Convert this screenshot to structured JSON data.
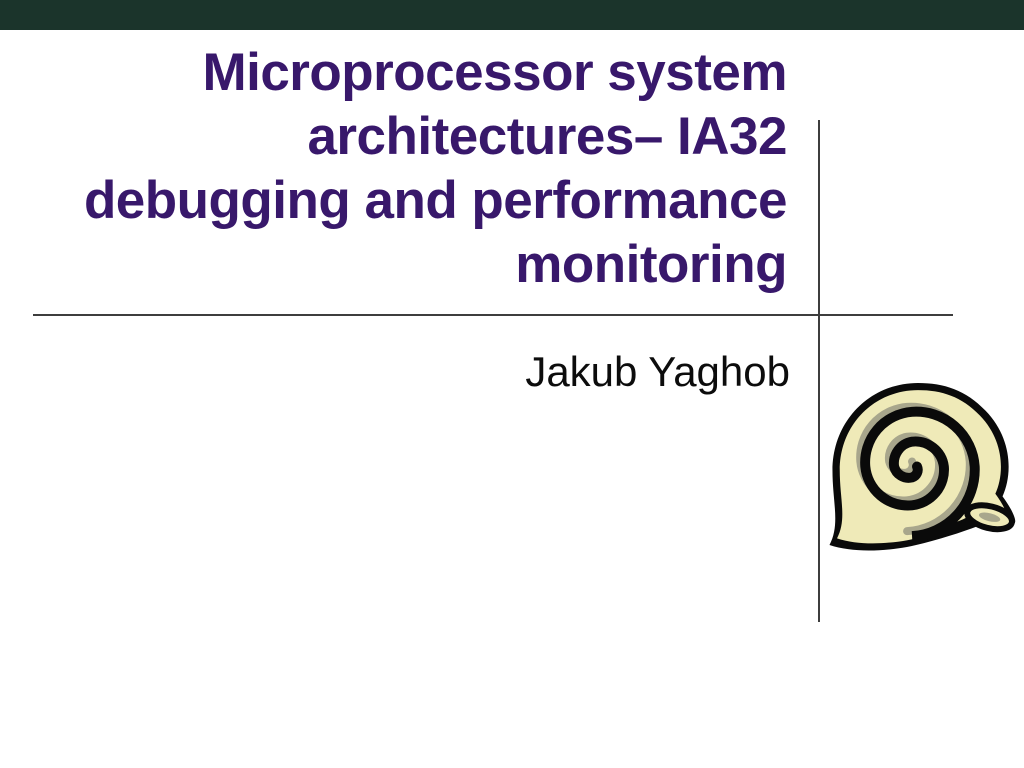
{
  "slide": {
    "kind": "presentation-title-slide",
    "title_lines": [
      "Microprocessor system",
      "architectures– IA32",
      "debugging and performance",
      "monitoring"
    ],
    "subtitle": "Jakub Yaghob",
    "icons": {
      "snail_shell_icon": "spiral snail-shell clipart, cream shell with black spiral bands and gray shading, opening flares to bottom-right"
    },
    "colors": {
      "top_bar": "#1b342b",
      "title_text": "#38186b",
      "subtitle_text": "#0c0c0c",
      "rule": "#3d3d3d",
      "shell_cream": "#efeab8",
      "shell_gray": "#a8a68c",
      "shell_black": "#0a0a0a",
      "background": "#ffffff"
    }
  }
}
